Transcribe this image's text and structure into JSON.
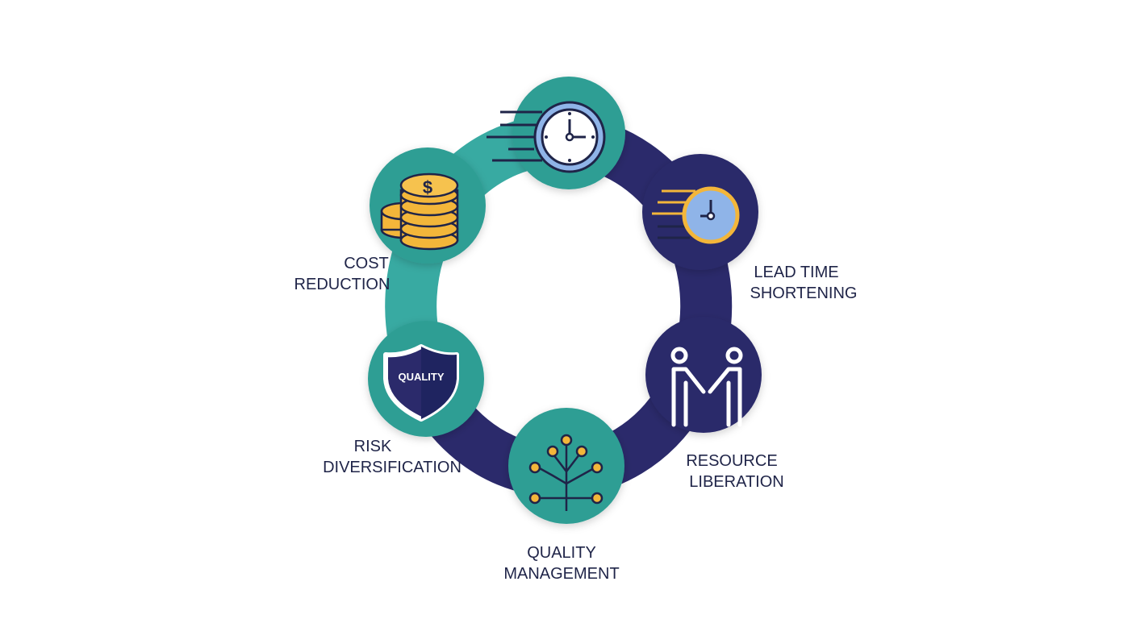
{
  "colors": {
    "teal": "#2f9e94",
    "navy": "#2b2a6b",
    "gold": "#f3b63a",
    "clock_blue": "#8fb4e8",
    "text": "#1f2448"
  },
  "labels": {
    "cost": [
      "COST",
      "REDUCTION"
    ],
    "lead": [
      "LEAD TIME",
      "SHORTENING"
    ],
    "risk": [
      "RISK",
      "DIVERSIFICATION"
    ],
    "resource": [
      "RESOURCE",
      "LIBERATION"
    ],
    "quality": [
      "QUALITY",
      "MANAGEMENT"
    ]
  },
  "shield_text": "QUALITY",
  "coin_symbol": "$"
}
